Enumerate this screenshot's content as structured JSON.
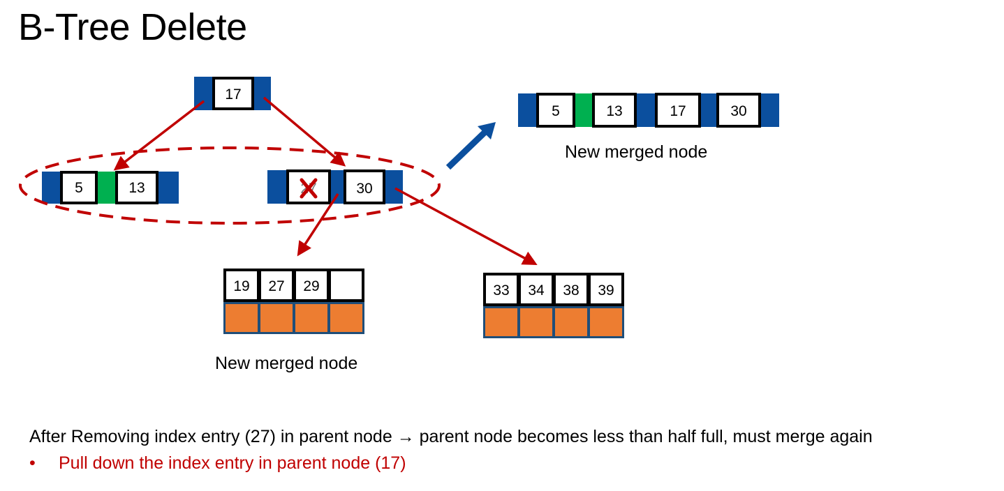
{
  "title": "B-Tree Delete",
  "colors": {
    "node_blue": "#0b4f9e",
    "pointer_green": "#00b050",
    "leaf_orange": "#ed7d31",
    "arrow_red": "#c00000",
    "merge_arrow_blue": "#0b4f9e"
  },
  "root": {
    "key": "17"
  },
  "left_child": {
    "keys": [
      "5",
      "13"
    ]
  },
  "right_child": {
    "deleted_key": "27",
    "keys": [
      "30"
    ],
    "deleted_marker": "x-mark-icon"
  },
  "merged_node": {
    "keys": [
      "5",
      "13",
      "17",
      "30"
    ],
    "caption": "New merged node"
  },
  "leaf_left": {
    "keys": [
      "19",
      "27",
      "29",
      ""
    ],
    "caption": "New merged node"
  },
  "leaf_right": {
    "keys": [
      "33",
      "34",
      "38",
      "39"
    ]
  },
  "footer": {
    "text_before": "After Removing index entry (27) in parent node ",
    "arrow_symbol": "→",
    "text_after": " parent node becomes less than half full, must merge again",
    "bullet": "•",
    "bullet_text": "Pull down the index entry in parent node (17)"
  }
}
